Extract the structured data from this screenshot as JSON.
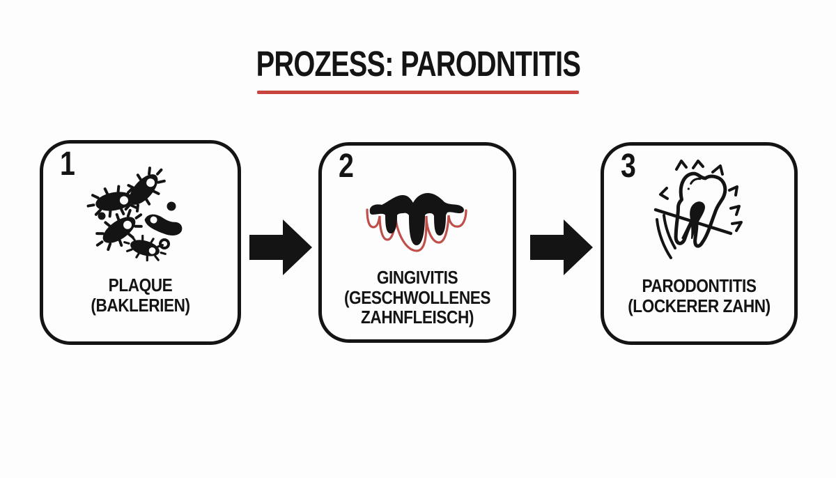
{
  "title": {
    "text": "PROZESS: PARODNTITIS"
  },
  "steps": [
    {
      "number": "1",
      "icon": "bacteria-icon",
      "label": "PLAQUE",
      "sublabel": "(BAKLERIEN)"
    },
    {
      "number": "2",
      "icon": "inflamed-gums-icon",
      "label": "GINGIVITIS",
      "sublabel": "(GESCHWOLLENES ZAHNFLEISCH)"
    },
    {
      "number": "3",
      "icon": "loose-tooth-icon",
      "label": "PARODONTITIS",
      "sublabel": "(LOCKERER ZAHN)"
    }
  ],
  "arrows": [
    {
      "icon": "arrow-right-icon"
    },
    {
      "icon": "arrow-right-icon"
    }
  ],
  "colors": {
    "background": "#fdfdfd",
    "ink": "#141414",
    "underline_red": "#c8453e",
    "gum_outline_red": "#bf4f4b"
  }
}
